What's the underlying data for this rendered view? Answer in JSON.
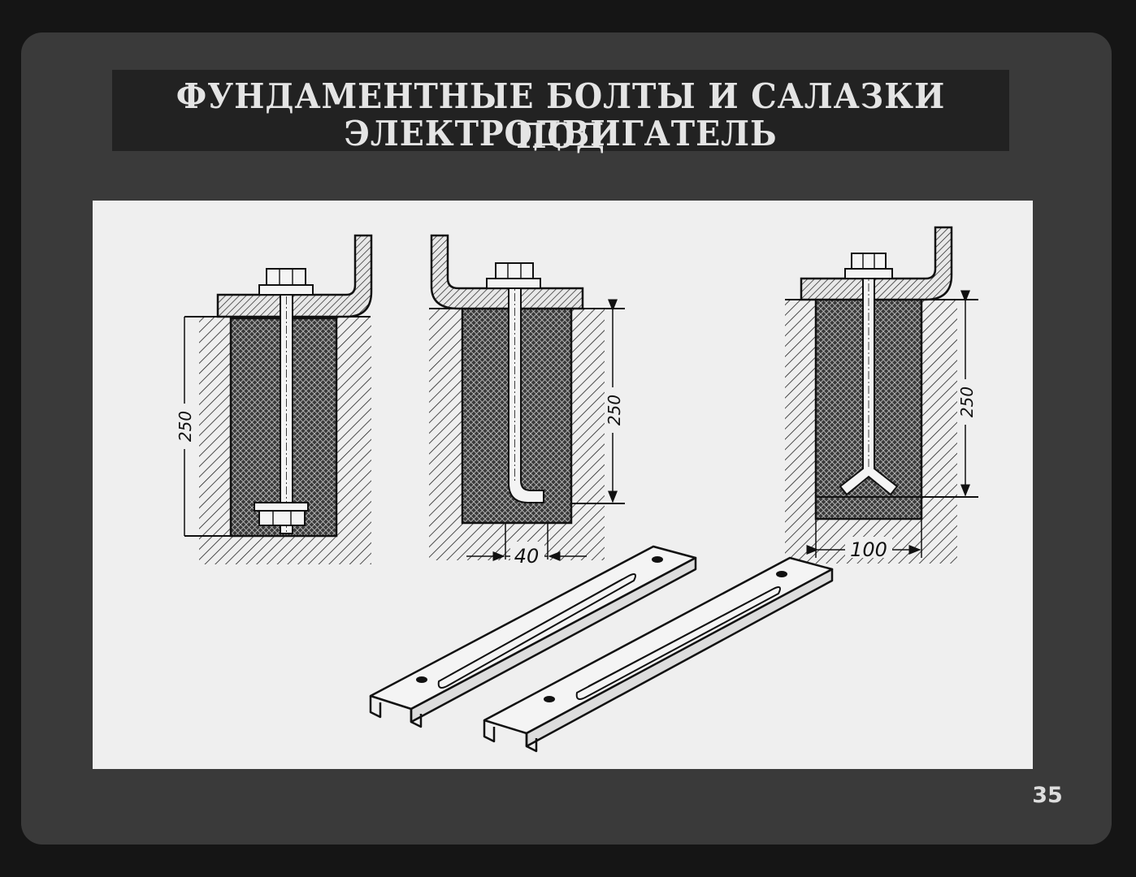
{
  "slide": {
    "title_line1": "ФУНДАМЕНТНЫЕ БОЛТЫ И САЛАЗКИ ПОД",
    "title_line2": "ЭЛЕКТРОДВИГАТЕЛЬ",
    "page_number": "35"
  },
  "dimensions": {
    "bolt1_depth": "250",
    "bolt2_depth": "250",
    "bolt2_width": "40",
    "bolt3_depth": "250",
    "bolt3_width": "100"
  },
  "colors": {
    "background": "#151515",
    "slide": "#3a3a3a",
    "panel": "#efefef",
    "ink": "#111111"
  }
}
